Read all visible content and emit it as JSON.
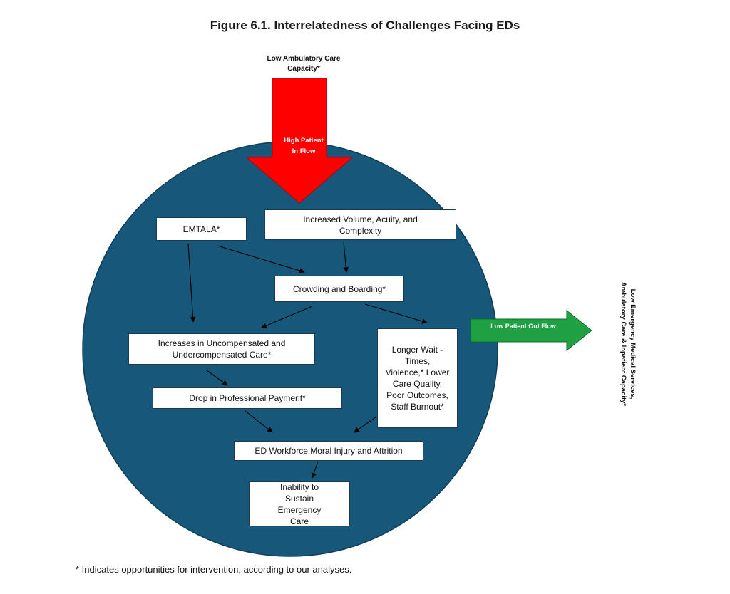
{
  "figure": {
    "title": "Figure 6.1. Interrelatedness of Challenges Facing EDs"
  },
  "inputs": {
    "top_label": "Low Ambulatory Care Capacity*",
    "inflow_arrow_label": "High Patient In Flow"
  },
  "outputs": {
    "outflow_arrow_label": "Low Patient Out Flow",
    "side_label": "Low Emergency Medical Services, Ambulatory Care & Inpatient Capacity*"
  },
  "nodes": {
    "emtala": "EMTALA*",
    "volume": "Increased Volume, Acuity, and Complexity",
    "crowding": "Crowding and Boarding*",
    "uncompensated": "Increases in Uncompensated and Undercompensated Care*",
    "wait_times": "Longer Wait - Times, Violence,* Lower Care Quality, Poor Outcomes, Staff Burnout*",
    "payment": "Drop in Professional Payment*",
    "moral_injury": "ED Workforce Moral Injury and Attrition",
    "inability": "Inability to Sustain Emergency Care"
  },
  "colors": {
    "circle_fill": "#17577a",
    "inflow_arrow": "#ff0000",
    "outflow_arrow": "#1fa043"
  },
  "footnote": "* Indicates opportunities for intervention, according to our analyses."
}
